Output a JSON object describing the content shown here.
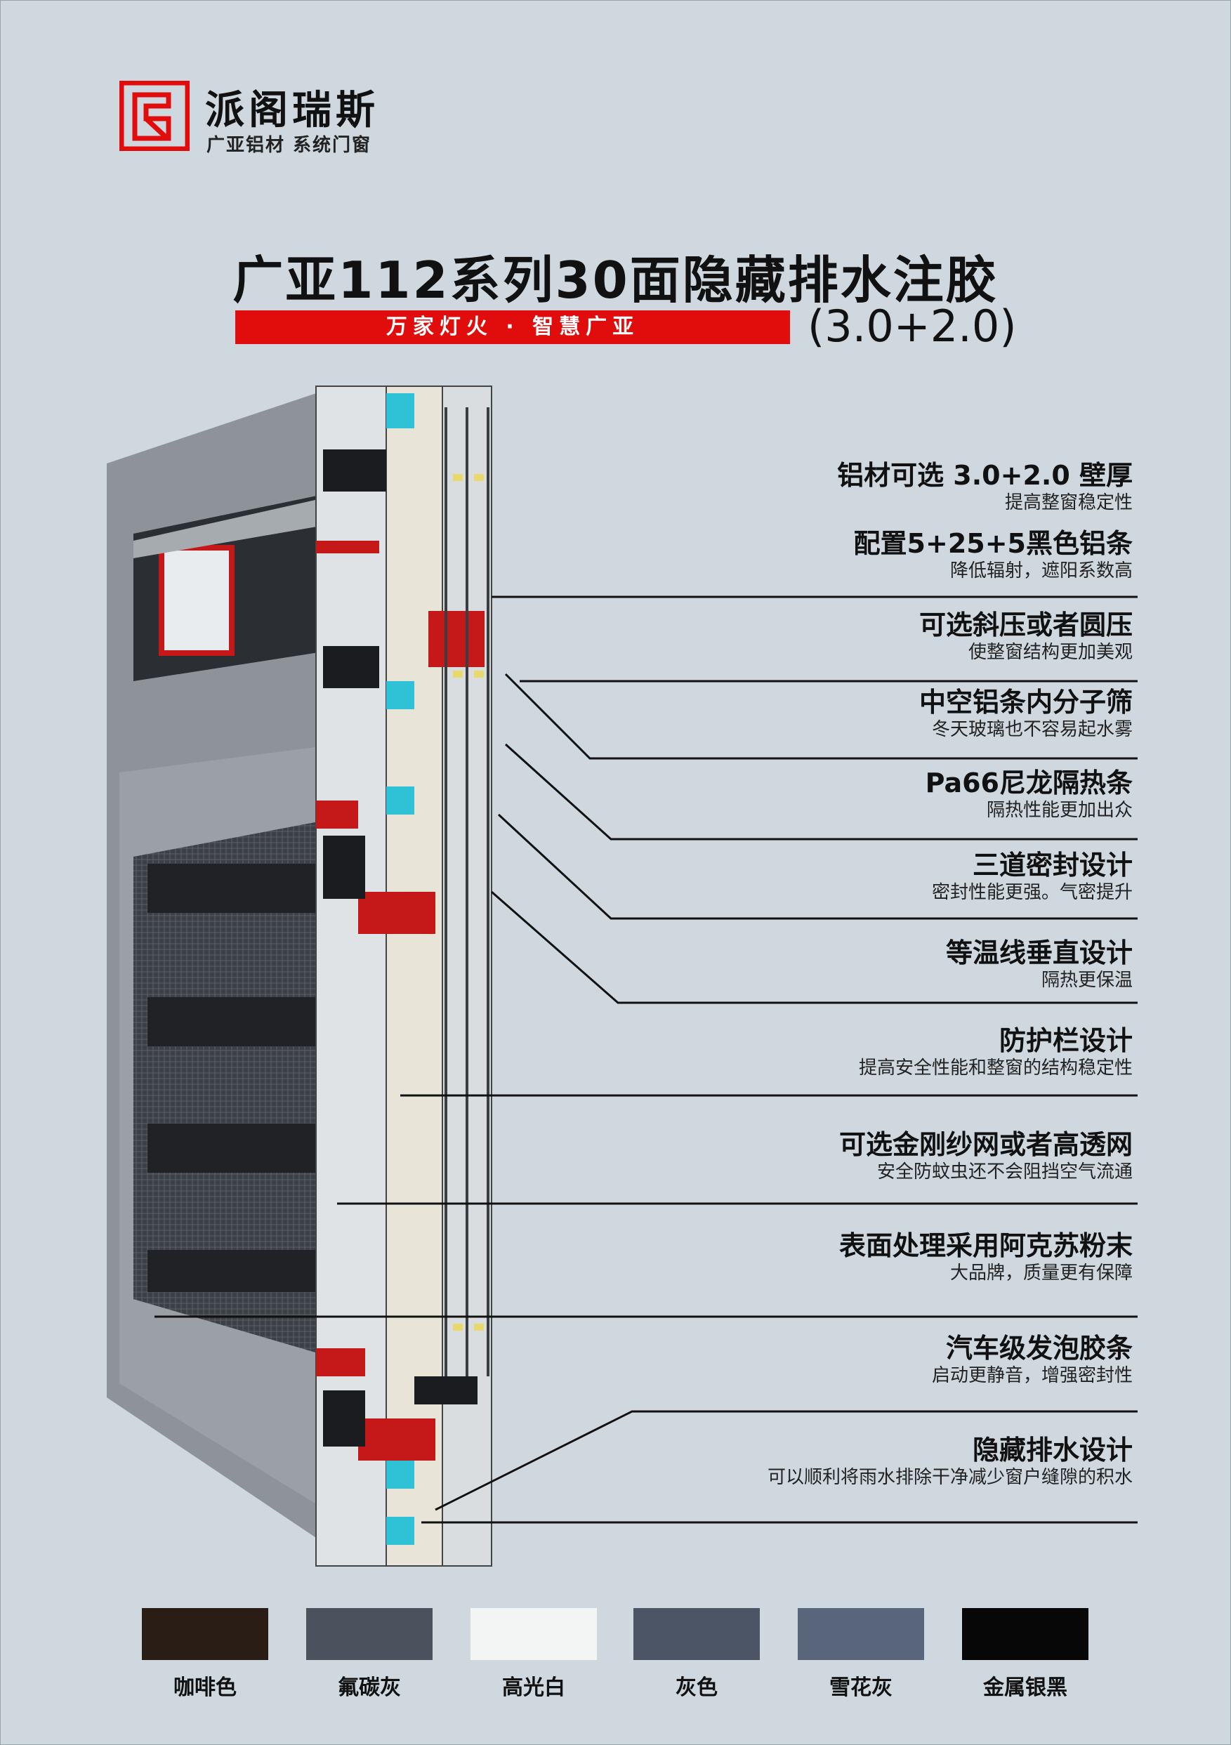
{
  "brand": {
    "name": "派阁瑞斯",
    "tagline": "广亚铝材  系统门窗",
    "color": "#e10d0d"
  },
  "header": {
    "title": "广亚112系列30面隐藏排水注胶",
    "slogan": "万家灯火 · 智慧广亚",
    "spec": "(3.0+2.0)"
  },
  "features": [
    {
      "title": "铝材可选 3.0+2.0 壁厚",
      "subtitle": "提高整窗稳定性"
    },
    {
      "title": "配置5+25+5黑色铝条",
      "subtitle": "降低辐射，遮阳系数高"
    },
    {
      "title": "可选斜压或者圆压",
      "subtitle": "使整窗结构更加美观"
    },
    {
      "title": "中空铝条内分子筛",
      "subtitle": "冬天玻璃也不容易起水雾"
    },
    {
      "title": "Pa66尼龙隔热条",
      "subtitle": "隔热性能更加出众"
    },
    {
      "title": "三道密封设计",
      "subtitle": "密封性能更强。气密提升"
    },
    {
      "title": "等温线垂直设计",
      "subtitle": "隔热更保温"
    },
    {
      "title": "防护栏设计",
      "subtitle": "提高安全性能和整窗的结构稳定性"
    },
    {
      "title": "可选金刚纱网或者高透网",
      "subtitle": "安全防蚊虫还不会阻挡空气流通"
    },
    {
      "title": "表面处理采用阿克苏粉末",
      "subtitle": "大品牌，质量更有保障"
    },
    {
      "title": "汽车级发泡胶条",
      "subtitle": "启动更静音，增强密封性"
    },
    {
      "title": "隐藏排水设计",
      "subtitle": "可以顺利将雨水排除干净减少窗户缝隙的积水"
    }
  ],
  "colors": [
    {
      "name": "咖啡色",
      "hex": "#2a1d16"
    },
    {
      "name": "氟碳灰",
      "hex": "#4a535d"
    },
    {
      "name": "高光白",
      "hex": "#f3f4f4"
    },
    {
      "name": "灰色",
      "hex": "#4c5566"
    },
    {
      "name": "雪花灰",
      "hex": "#58657a"
    },
    {
      "name": "金属银黑",
      "hex": "#070707"
    }
  ]
}
